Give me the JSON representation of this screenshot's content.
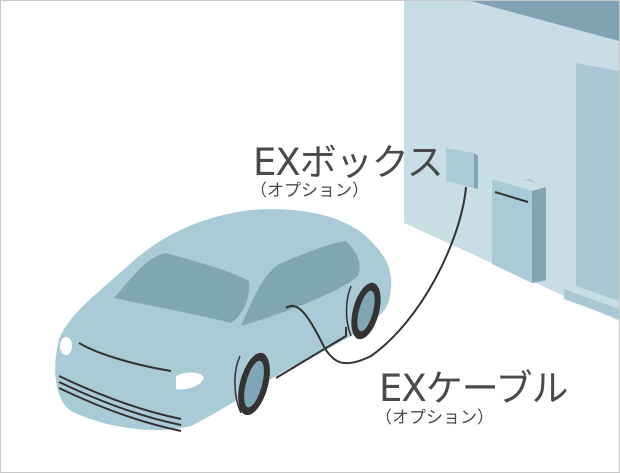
{
  "labels": {
    "ex_box": {
      "title": "EXボックス",
      "note": "（オプション）"
    },
    "ex_cable": {
      "title": "EXケーブル",
      "note": "（オプション）"
    }
  },
  "colors": {
    "wall": "#c9dde4",
    "wall_dark": "#7fa3b3",
    "car_body": "#a9cbd6",
    "car_glass": "#80a6b5",
    "tire": "#333333",
    "text": "#4a4a4a"
  }
}
